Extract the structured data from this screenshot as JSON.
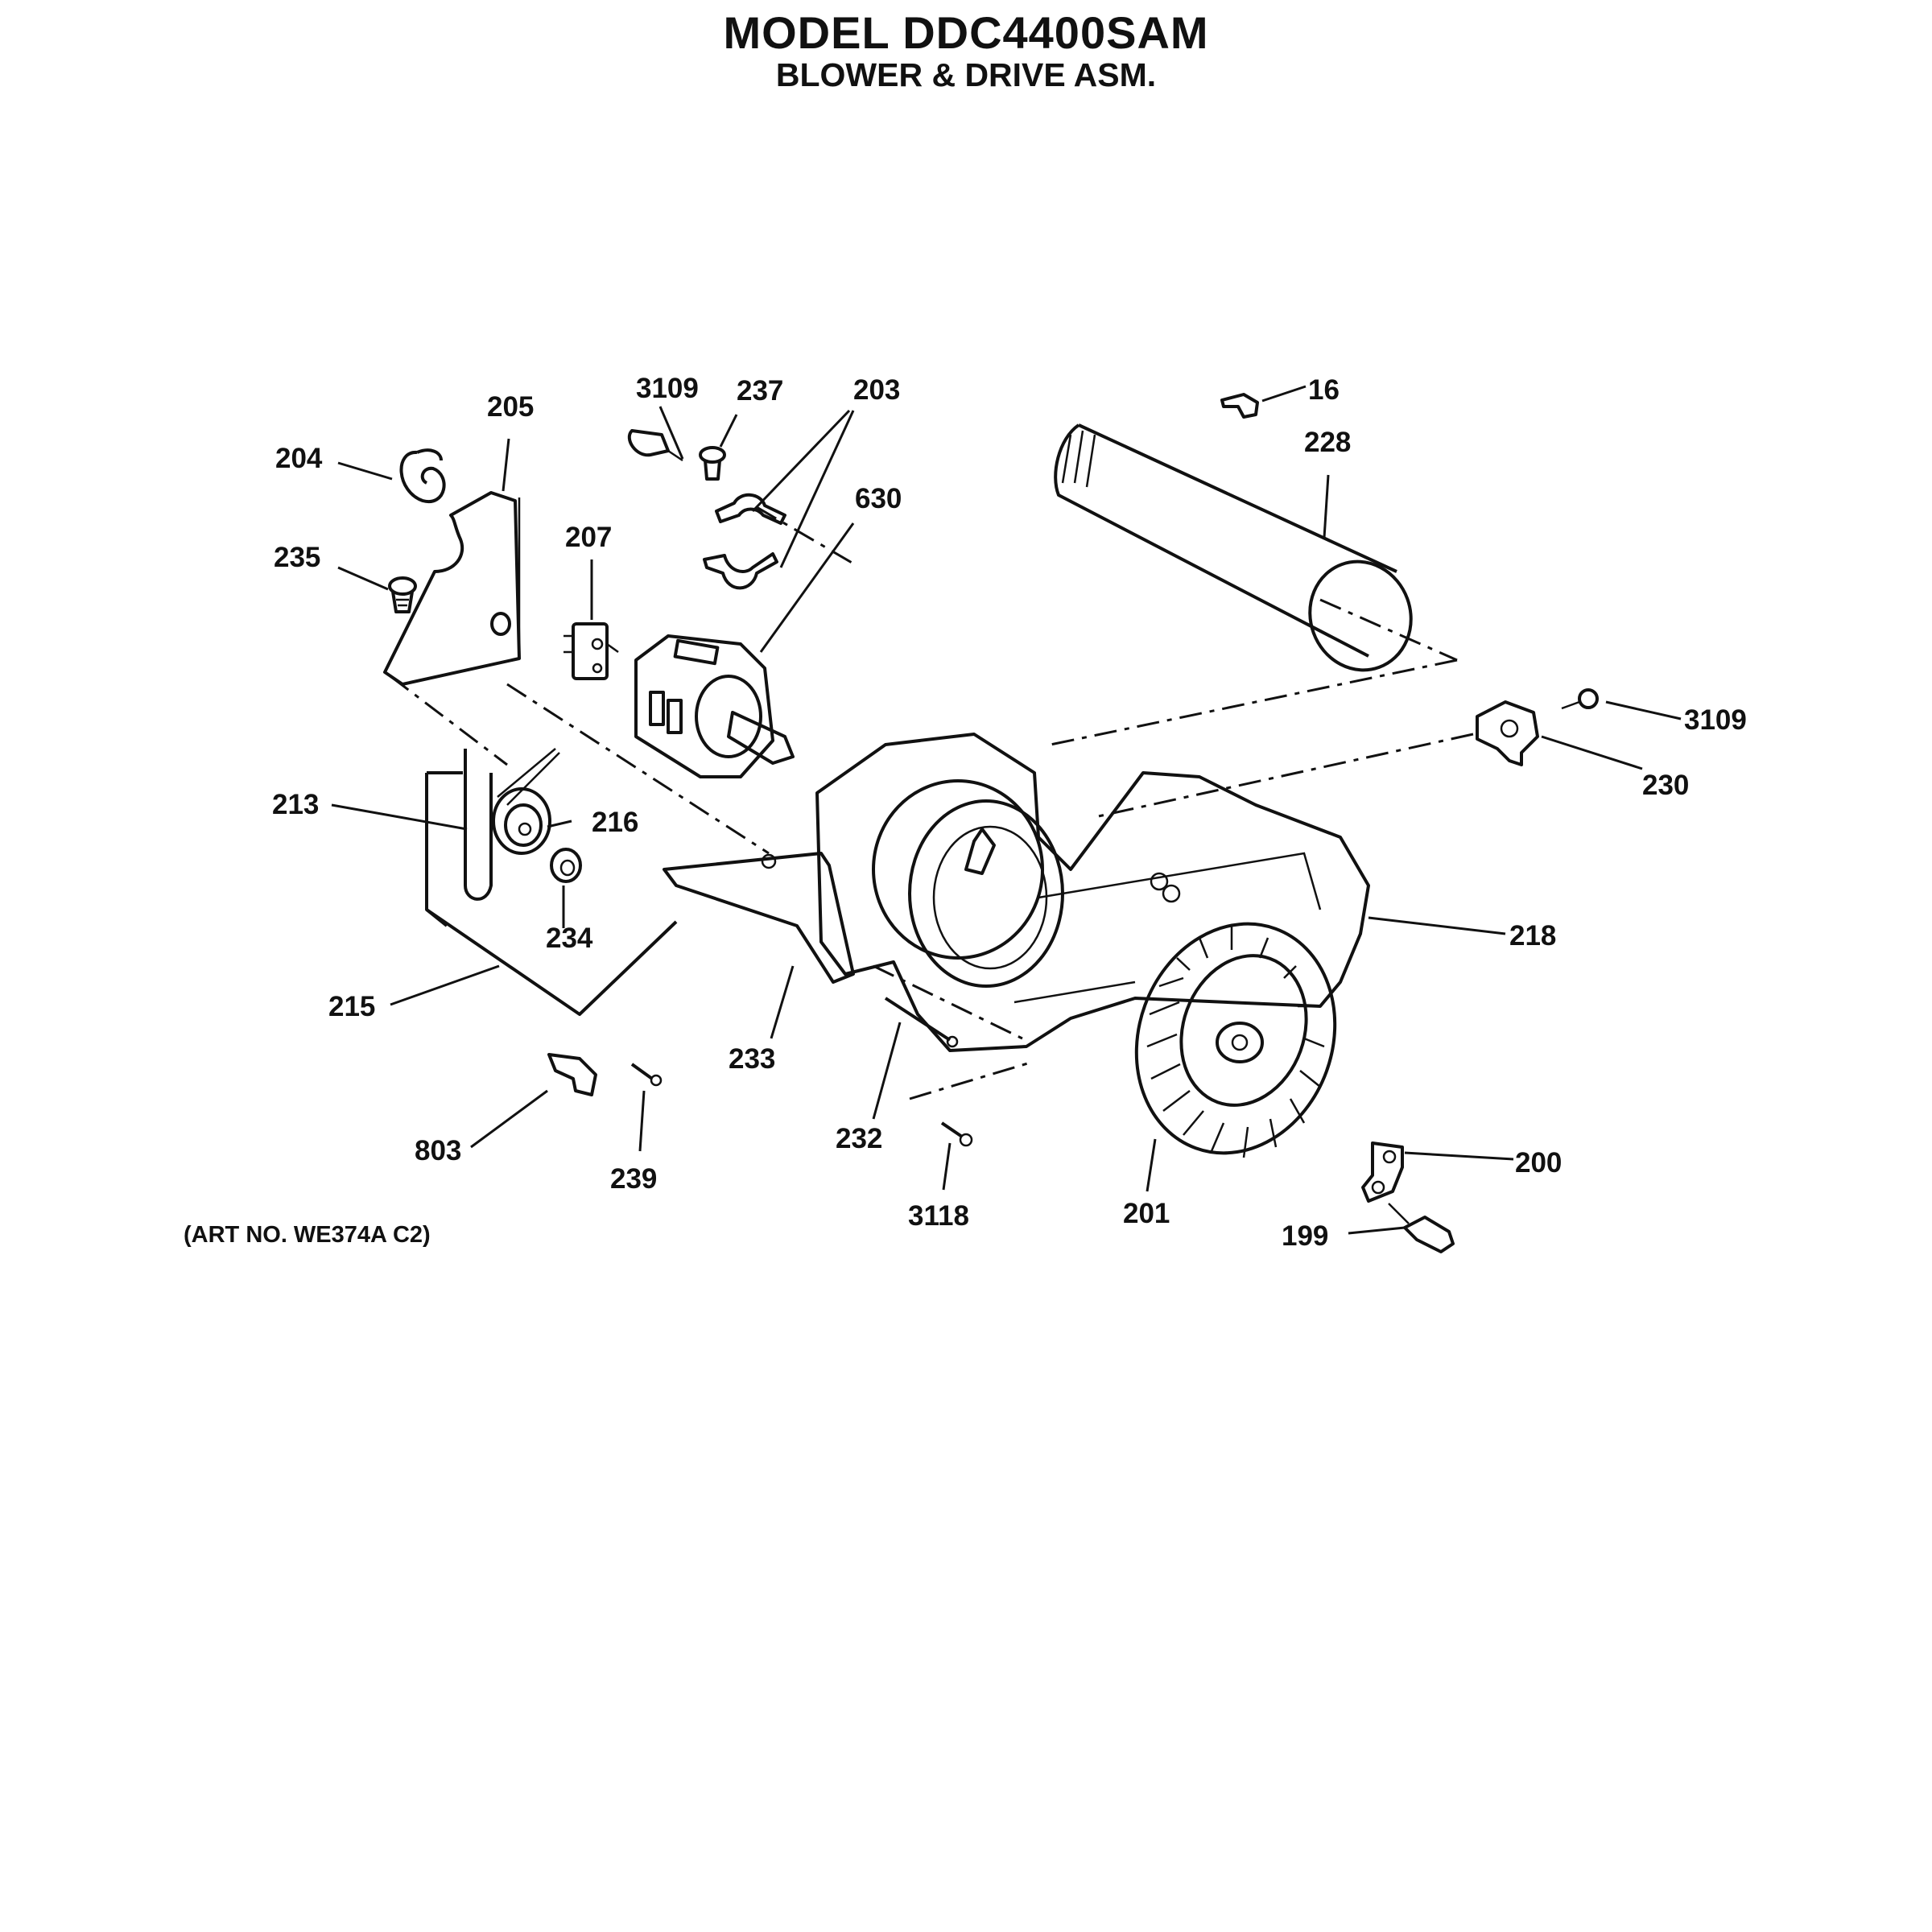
{
  "header": {
    "title": "MODEL DDC4400SAM",
    "subtitle": "BLOWER & DRIVE ASM."
  },
  "art_number": "(ART NO. WE374A C2)",
  "callouts": {
    "p3109_top": "3109",
    "p237": "237",
    "p203": "203",
    "p205": "205",
    "p204": "204",
    "p235": "235",
    "p207": "207",
    "p630": "630",
    "p16": "16",
    "p228": "228",
    "p3109_right": "3109",
    "p230": "230",
    "p213": "213",
    "p216": "216",
    "p234": "234",
    "p215": "215",
    "p218": "218",
    "p233": "233",
    "p232": "232",
    "p803": "803",
    "p239": "239",
    "p3118": "3118",
    "p201": "201",
    "p200": "200",
    "p199": "199"
  }
}
